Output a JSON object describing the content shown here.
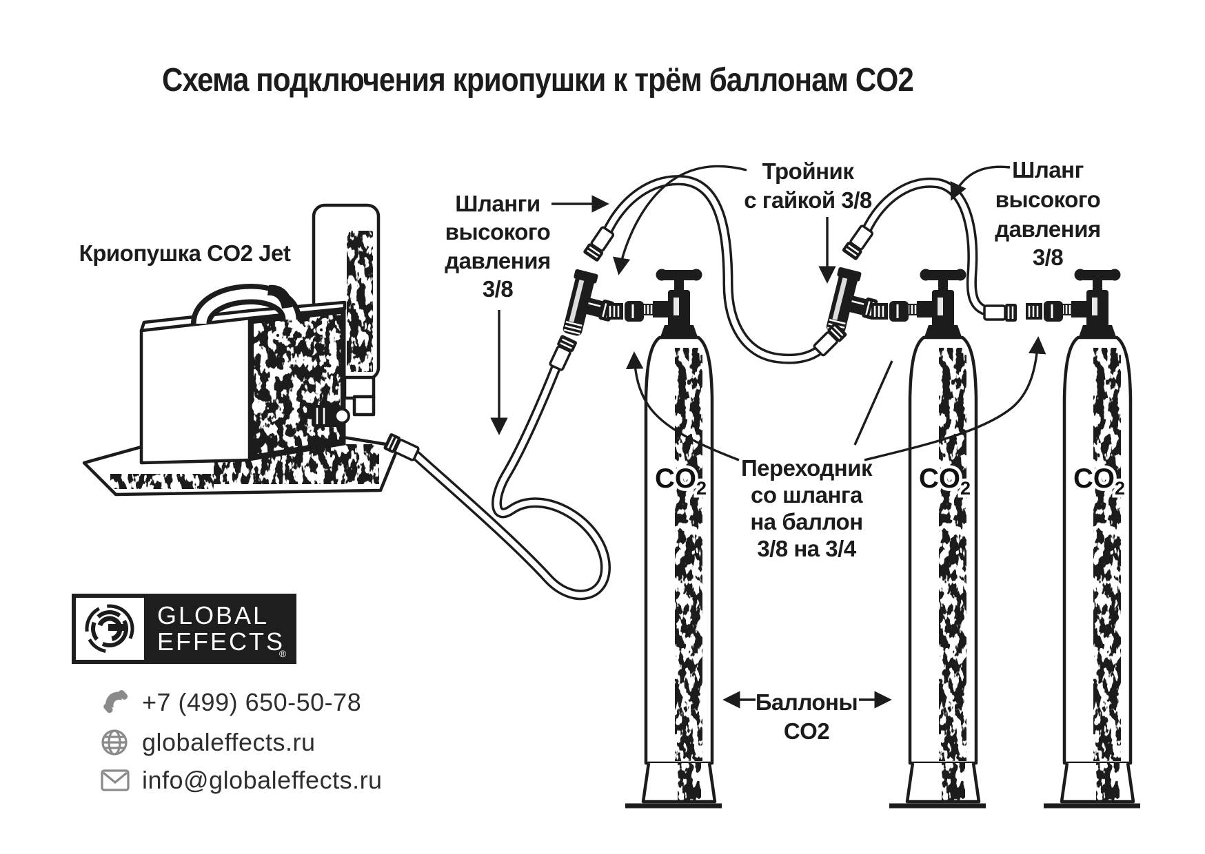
{
  "title": "Схема подключения криопушки к трём баллонам CO2",
  "machine_label": "Криопушка CO2 Jet",
  "labels": {
    "hoses_left": {
      "line1": "Шланги",
      "line2": "высокого",
      "line3": "давления",
      "line4": "3/8"
    },
    "tee": {
      "line1": "Тройник",
      "line2": "с гайкой 3/8"
    },
    "hose_right": {
      "line1": "Шланг",
      "line2": "высокого",
      "line3": "давления",
      "line4": "3/8"
    },
    "adapter": {
      "line1": "Переходник",
      "line2": "со шланга",
      "line3": "на баллон",
      "line4": "3/8 на 3/4"
    },
    "cylinders": {
      "line1": "Баллоны",
      "line2": "CO2"
    }
  },
  "cylinder_marking": {
    "text": "CO",
    "sub": "2"
  },
  "logo": {
    "word1": "GLOBAL",
    "word2": "EFFECTS",
    "reg": "®"
  },
  "contacts": {
    "phone": "+7 (499) 650-50-78",
    "website": "globaleffects.ru",
    "email": "info@globaleffects.ru"
  },
  "colors": {
    "ink": "#1c1c1c",
    "icon_gray": "#8a8a8a",
    "background": "#ffffff"
  }
}
